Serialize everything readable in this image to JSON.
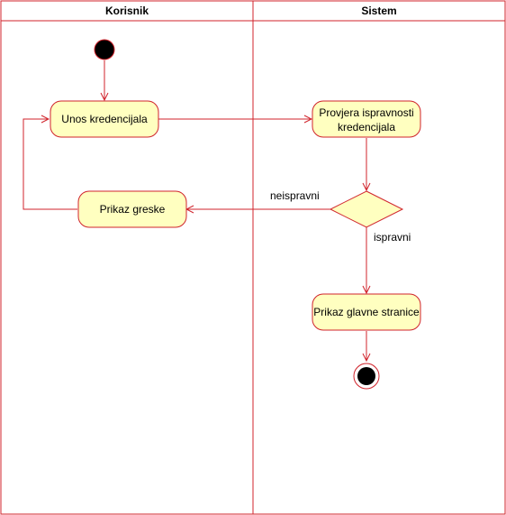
{
  "colors": {
    "stroke": "#d0232b",
    "node_fill": "#ffffc0",
    "background": "#ffffff",
    "initial_fill": "#000000",
    "text": "#000000"
  },
  "swimlanes": [
    {
      "title": "Korisnik"
    },
    {
      "title": "Sistem"
    }
  ],
  "nodes": {
    "unos_kredencijala": {
      "label": "Unos kredencijala"
    },
    "provjera": {
      "line1": "Provjera ispravnosti",
      "line2": "kredencijala"
    },
    "prikaz_greske": {
      "label": "Prikaz greske"
    },
    "prikaz_glavne": {
      "label": "Prikaz glavne stranice"
    }
  },
  "guards": {
    "invalid": "neispravni",
    "valid": "ispravni"
  }
}
